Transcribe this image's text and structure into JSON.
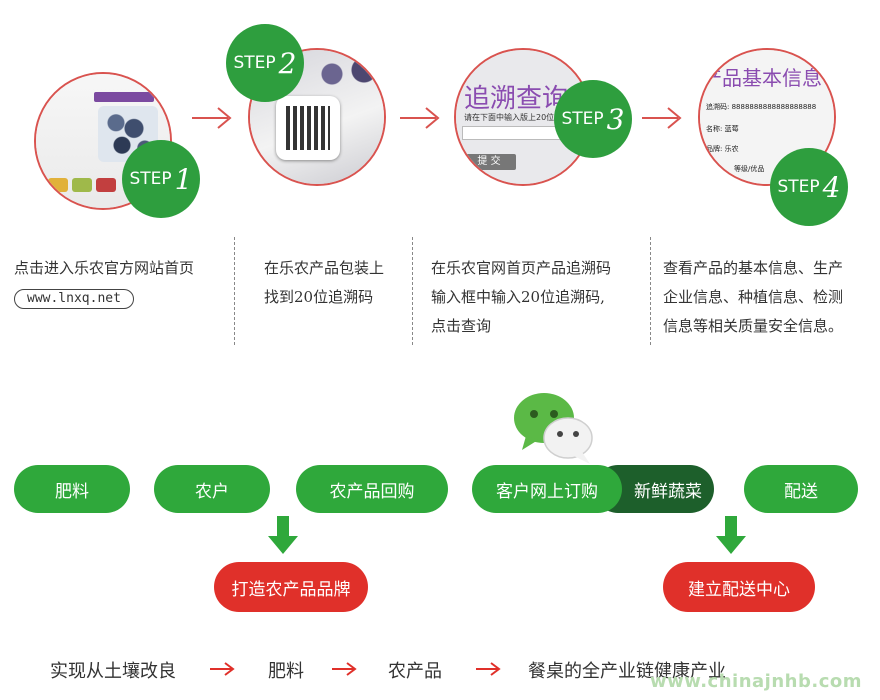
{
  "steps": [
    {
      "badge_word": "STEP",
      "badge_num": "1",
      "text": [
        "点击进入乐农官方网站首页"
      ],
      "url": "www.lnxq.net"
    },
    {
      "badge_word": "STEP",
      "badge_num": "2",
      "text": [
        "在乐农产品包装上",
        "找到20位追溯码"
      ]
    },
    {
      "badge_word": "STEP",
      "badge_num": "3",
      "text": [
        "在乐农官网首页产品追溯码",
        "输入框中输入20位追溯码,",
        "点击查询"
      ],
      "thumb_title": "追溯查询",
      "thumb_sub": "请在下面中输入版上20位",
      "thumb_btn": "提 交"
    },
    {
      "badge_word": "STEP",
      "badge_num": "4",
      "text": [
        "查看产品的基本信息、生产",
        "企业信息、种植信息、检测",
        "信息等相关质量安全信息。"
      ],
      "thumb_title": "产品基本信息",
      "thumb_lines": [
        "追溯码: 8888888888888888888",
        "名称: 蓝莓",
        "品牌: 乐农",
        "等级/优品"
      ]
    }
  ],
  "flow": {
    "fertilizer": "肥料",
    "farmer": "农户",
    "buyback": "农产品回购",
    "order": "客户网上订购",
    "fresh": "新鲜蔬菜",
    "delivery": "配送",
    "brand": "打造农产品品牌",
    "center": "建立配送中心"
  },
  "bottom": {
    "items": [
      "实现从土壤改良",
      "肥料",
      "农产品",
      "餐桌的全产业链健康产业"
    ],
    "watermark": "www.chinajnhb.com"
  },
  "colors": {
    "green": "#2fa83b",
    "red": "#e0302a",
    "dark_green": "#1d5f2b",
    "step_green": "#2e9e3e"
  }
}
